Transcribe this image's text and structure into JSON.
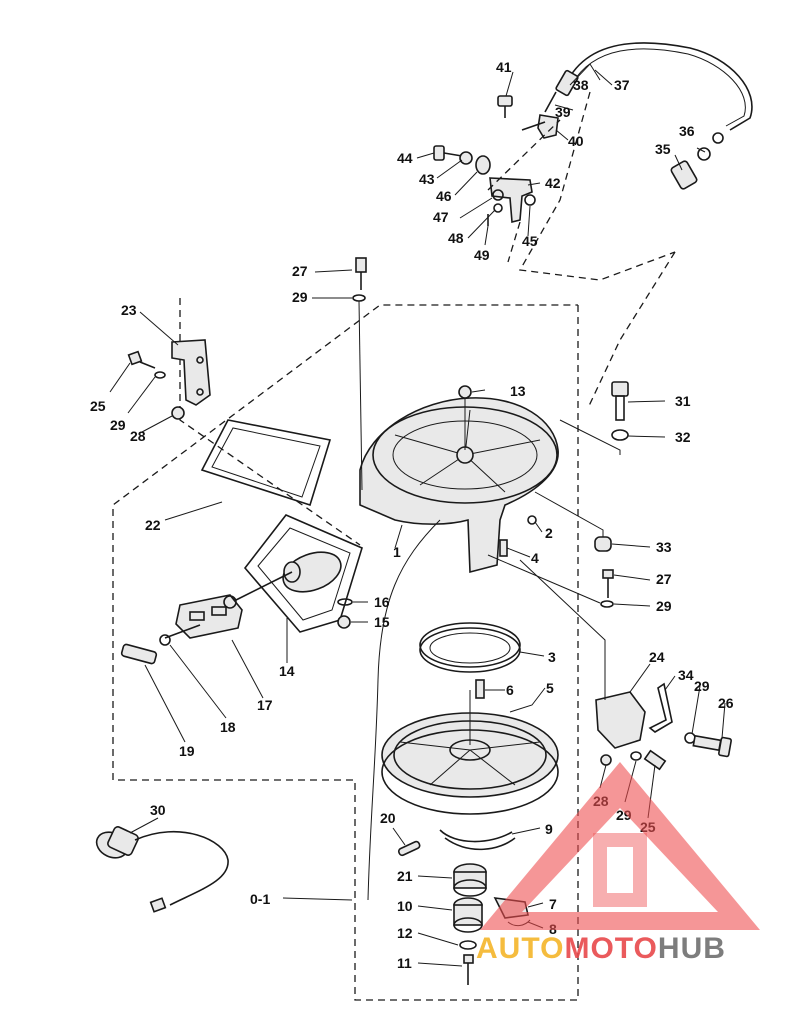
{
  "labels": {
    "l1": "1",
    "l2": "2",
    "l3": "3",
    "l4": "4",
    "l5": "5",
    "l6": "6",
    "l7": "7",
    "l8": "8",
    "l9": "9",
    "l10": "10",
    "l11": "11",
    "l12": "12",
    "l13": "13",
    "l14": "14",
    "l15": "15",
    "l16": "16",
    "l17": "17",
    "l18": "18",
    "l19": "19",
    "l20": "20",
    "l21": "21",
    "l22": "22",
    "l23": "23",
    "l24": "24",
    "l25a": "25",
    "l25b": "25",
    "l26": "26",
    "l27a": "27",
    "l27b": "27",
    "l28a": "28",
    "l28b": "28",
    "l29a": "29",
    "l29b": "29",
    "l29c": "29",
    "l29d": "29",
    "l29e": "29",
    "l30": "30",
    "l31": "31",
    "l32": "32",
    "l33": "33",
    "l34": "34",
    "l35": "35",
    "l36": "36",
    "l37": "37",
    "l38": "38",
    "l39": "39",
    "l40": "40",
    "l41": "41",
    "l42": "42",
    "l43": "43",
    "l44": "44",
    "l45": "45",
    "l46": "46",
    "l47": "47",
    "l48": "48",
    "l49": "49",
    "l01": "0-1"
  },
  "watermark": {
    "part1": "AUTO",
    "part2": "MOTO",
    "part3": "HUB",
    "colors": {
      "yellow": "#f5b52a",
      "red": "#e8494b",
      "gray": "#6f6f6f",
      "triangle": "#ee4d4f"
    }
  }
}
